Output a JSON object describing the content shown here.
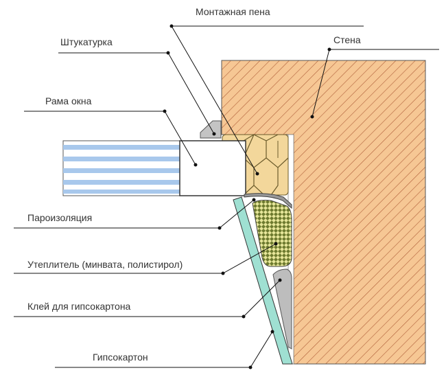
{
  "title": "Window reveal cross-section",
  "labels": {
    "foam": "Монтажная пена",
    "plaster": "Штукатурка",
    "wall": "Стена",
    "frame": "Рама окна",
    "vapor": "Пароизоляция",
    "insulation": "Утеплитель (минвата, полистирол)",
    "glue": "Клей для гипсокартона",
    "drywall": "Гипсокартон"
  },
  "colors": {
    "wall": "#f6c794",
    "hatch": "#b0603a",
    "foam": "#f3d79b",
    "insulation": "#c9c96a",
    "drywall": "#9fe0d2",
    "glue": "#bdbdbd",
    "glass": "#a8c8ec"
  }
}
